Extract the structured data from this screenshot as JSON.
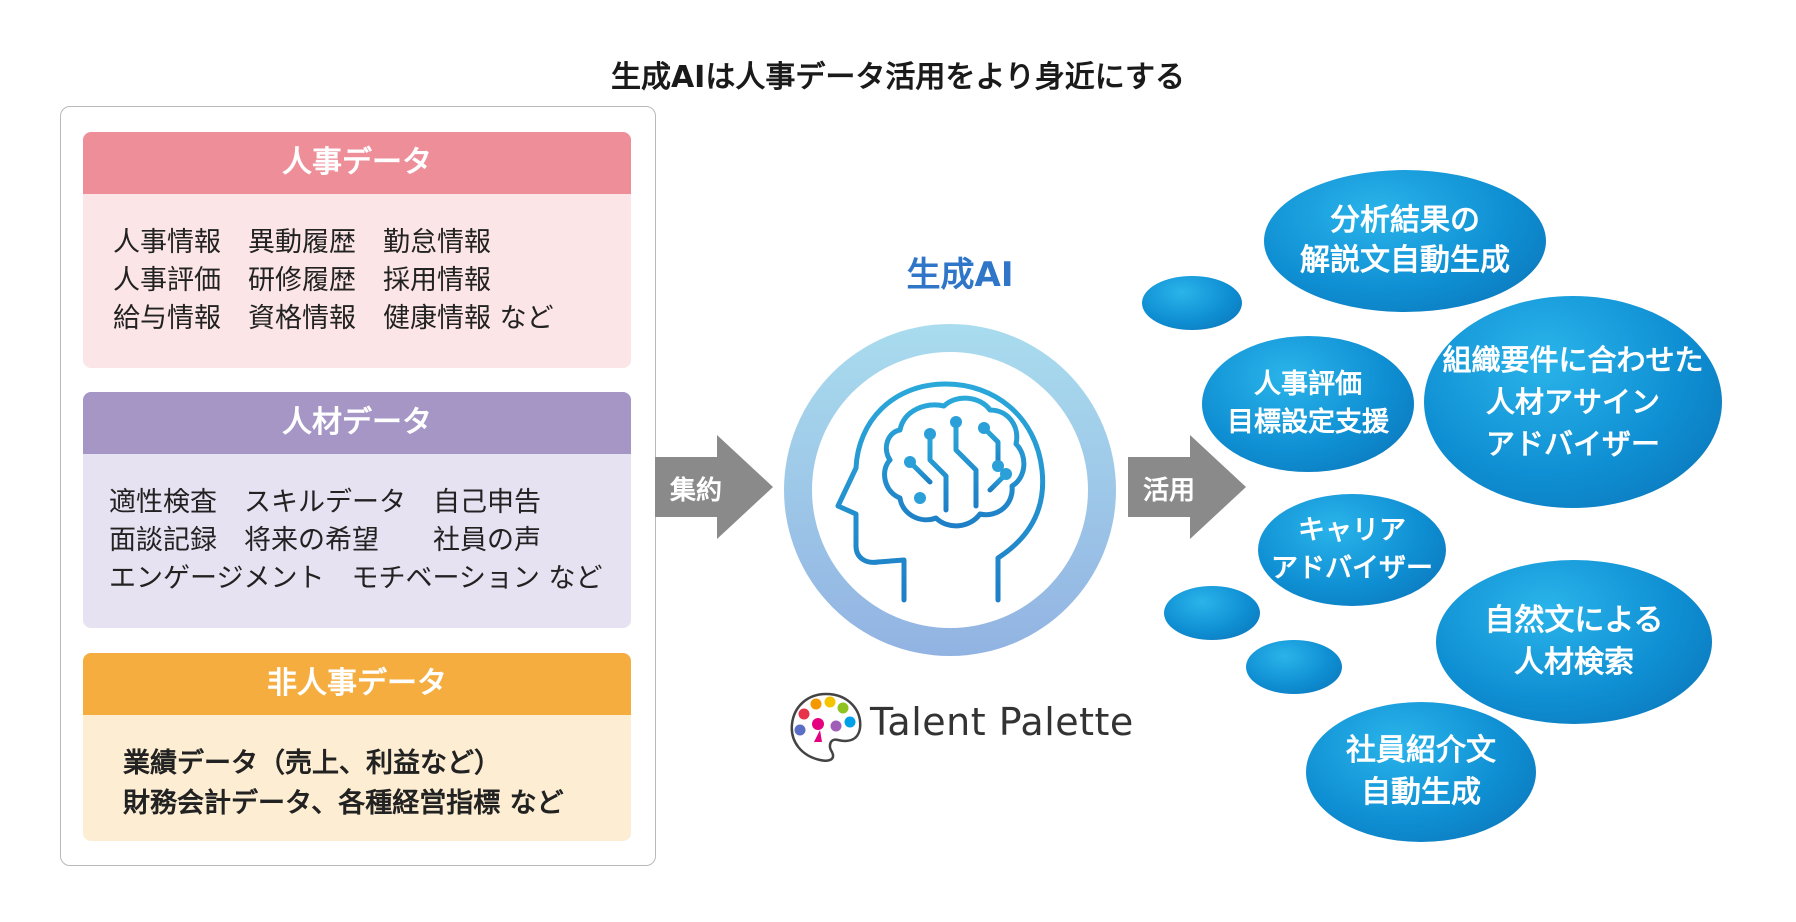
{
  "title": "生成AIは人事データ活用をより身近にする",
  "categories": [
    {
      "header": "人事データ",
      "lines": [
        "人事情報　異動履歴　勤怠情報",
        "人事評価　研修履歴　採用情報",
        "給与情報　資格情報　健康情報 など"
      ]
    },
    {
      "header": "人材データ",
      "lines": [
        "適性検査　スキルデータ　自己申告",
        "面談記録　将来の希望　　社員の声",
        "エンゲージメント　モチベーション など"
      ]
    },
    {
      "header": "非人事データ",
      "lines": [
        "業績データ（売上、利益など）",
        "財務会計データ、各種経営指標 など"
      ]
    }
  ],
  "arrows": {
    "aggregate": "集約",
    "utilize": "活用"
  },
  "center": {
    "title": "生成AI",
    "icon": "ai-brain-head-icon"
  },
  "logo": {
    "name": "Talent Palette",
    "icon": "palette-icon",
    "letter_accent": "#e4007f",
    "dot_colors": [
      "#e8344a",
      "#f39800",
      "#f5c400",
      "#8fc31f",
      "#00a0e9",
      "#5b6ec6",
      "#a05fb7"
    ]
  },
  "outcomes": [
    {
      "lines": [
        "分析結果の",
        "解説文自動生成"
      ]
    },
    {
      "lines": [
        "人事評価",
        "目標設定支援"
      ]
    },
    {
      "lines": [
        "組織要件に合わせた",
        "人材アサイン",
        "アドバイザー"
      ]
    },
    {
      "lines": [
        "キャリア",
        "アドバイザー"
      ]
    },
    {
      "lines": [
        "自然文による",
        "人材検索"
      ]
    },
    {
      "lines": [
        "社員紹介文",
        "自動生成"
      ]
    }
  ],
  "colors": {
    "hr_header": "#ee8e98",
    "talent_header": "#a596c6",
    "nonhr_header": "#f5ad40",
    "arrow_gray": "#8a8a8a",
    "bubble_blue": "#0f8fd3",
    "ai_blue": "#2f76c9"
  }
}
